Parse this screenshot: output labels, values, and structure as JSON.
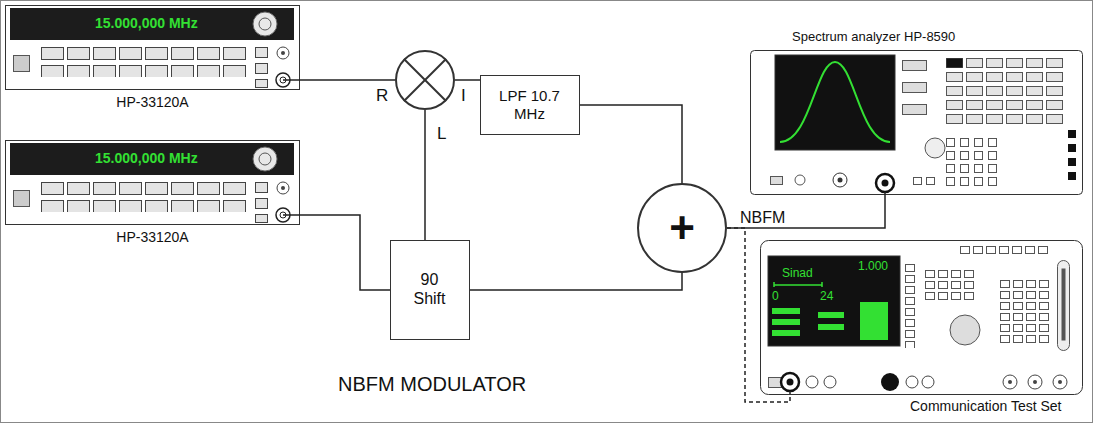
{
  "diagram": {
    "caption": "NBFM MODULATOR",
    "nodes": [
      {
        "text": [
          "15.000,000 MHz",
          "HP-33120A"
        ]
      },
      {
        "text": [
          "R",
          "I",
          "L"
        ]
      },
      {
        "text": [
          "LPF 10.7 MHz"
        ]
      },
      {
        "text": [
          "15.000,000 MHz",
          "HP-33120A"
        ]
      },
      {
        "text": [
          "90 Shift"
        ]
      },
      {
        "text": [
          "+"
        ]
      },
      {
        "text": [
          "Spectrum analyzer HP-8590"
        ]
      },
      {
        "text": [
          "Sinad",
          "1.000",
          "0",
          "24",
          "Communication Test Set"
        ]
      }
    ],
    "edges": [
      {
        "from": 0,
        "to": 1,
        "arrow": "none"
      },
      {
        "from": 1,
        "to": 2,
        "arrow": "none"
      },
      {
        "from": 3,
        "to": 4,
        "arrow": "none"
      },
      {
        "from": 1,
        "to": 4,
        "arrow": "none"
      },
      {
        "from": 2,
        "to": 5,
        "arrow": "none"
      },
      {
        "from": 4,
        "to": 5,
        "arrow": "none"
      },
      {
        "from": 5,
        "to": 6,
        "arrow": "none"
      },
      {
        "from": 5,
        "to": 7,
        "arrow": "none"
      }
    ],
    "labels": [
      "NBFM"
    ]
  }
}
